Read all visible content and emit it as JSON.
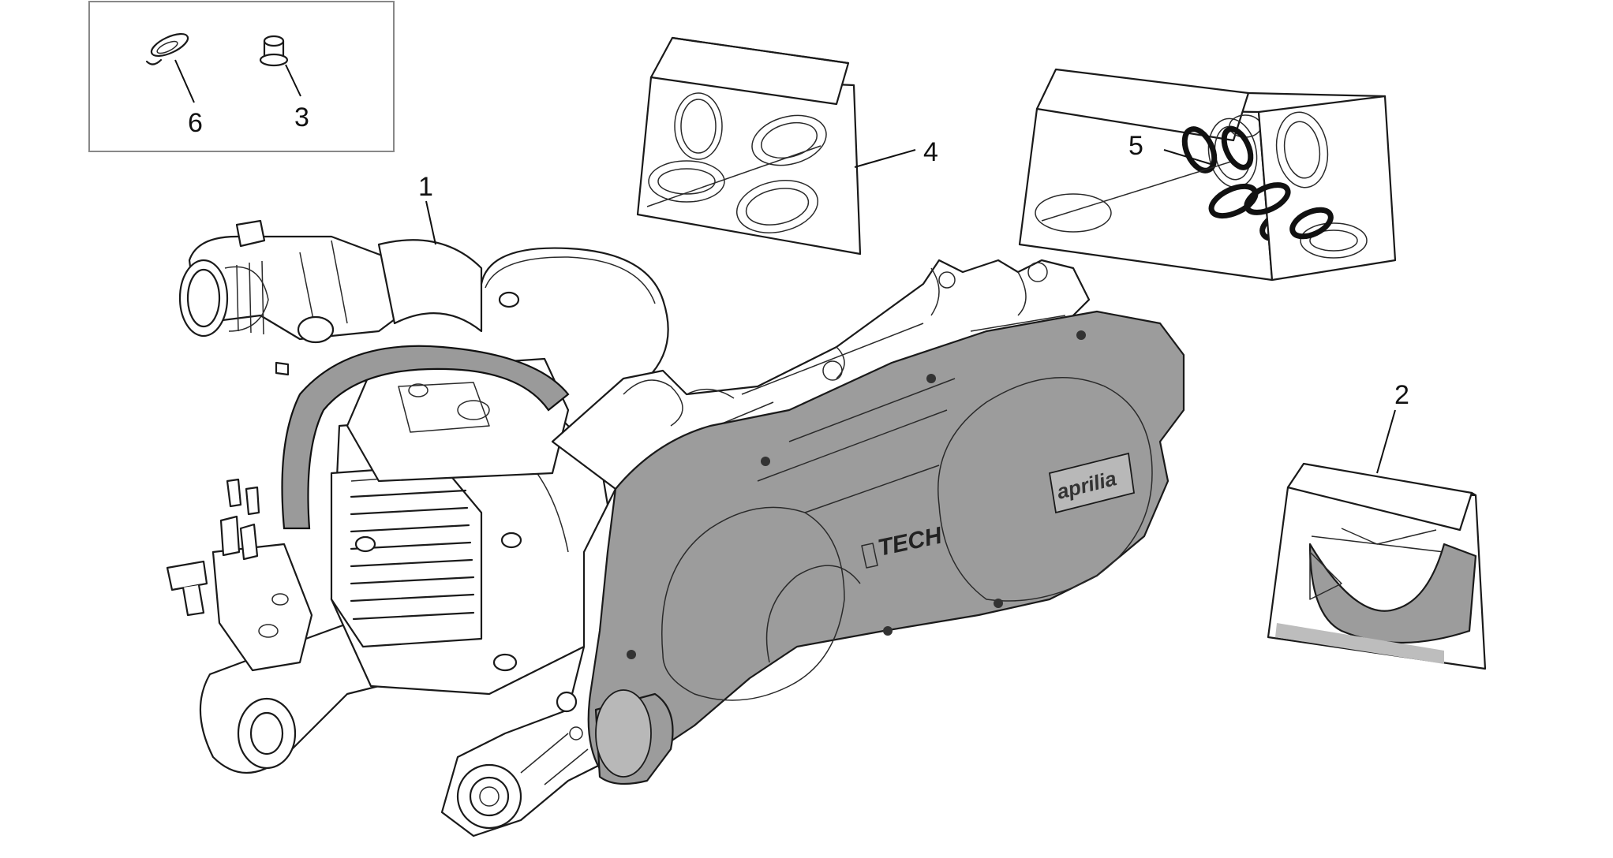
{
  "callouts": [
    {
      "id": "1",
      "label": "1"
    },
    {
      "id": "2",
      "label": "2"
    },
    {
      "id": "3",
      "label": "3"
    },
    {
      "id": "4",
      "label": "4"
    },
    {
      "id": "5",
      "label": "5"
    },
    {
      "id": "6",
      "label": "6"
    }
  ],
  "cover_brand_text": "aprilia",
  "cover_tech_text": "TECH",
  "colors": {
    "line": "#1a1a1a",
    "cover_fill": "#9c9c9c",
    "background": "#ffffff"
  }
}
